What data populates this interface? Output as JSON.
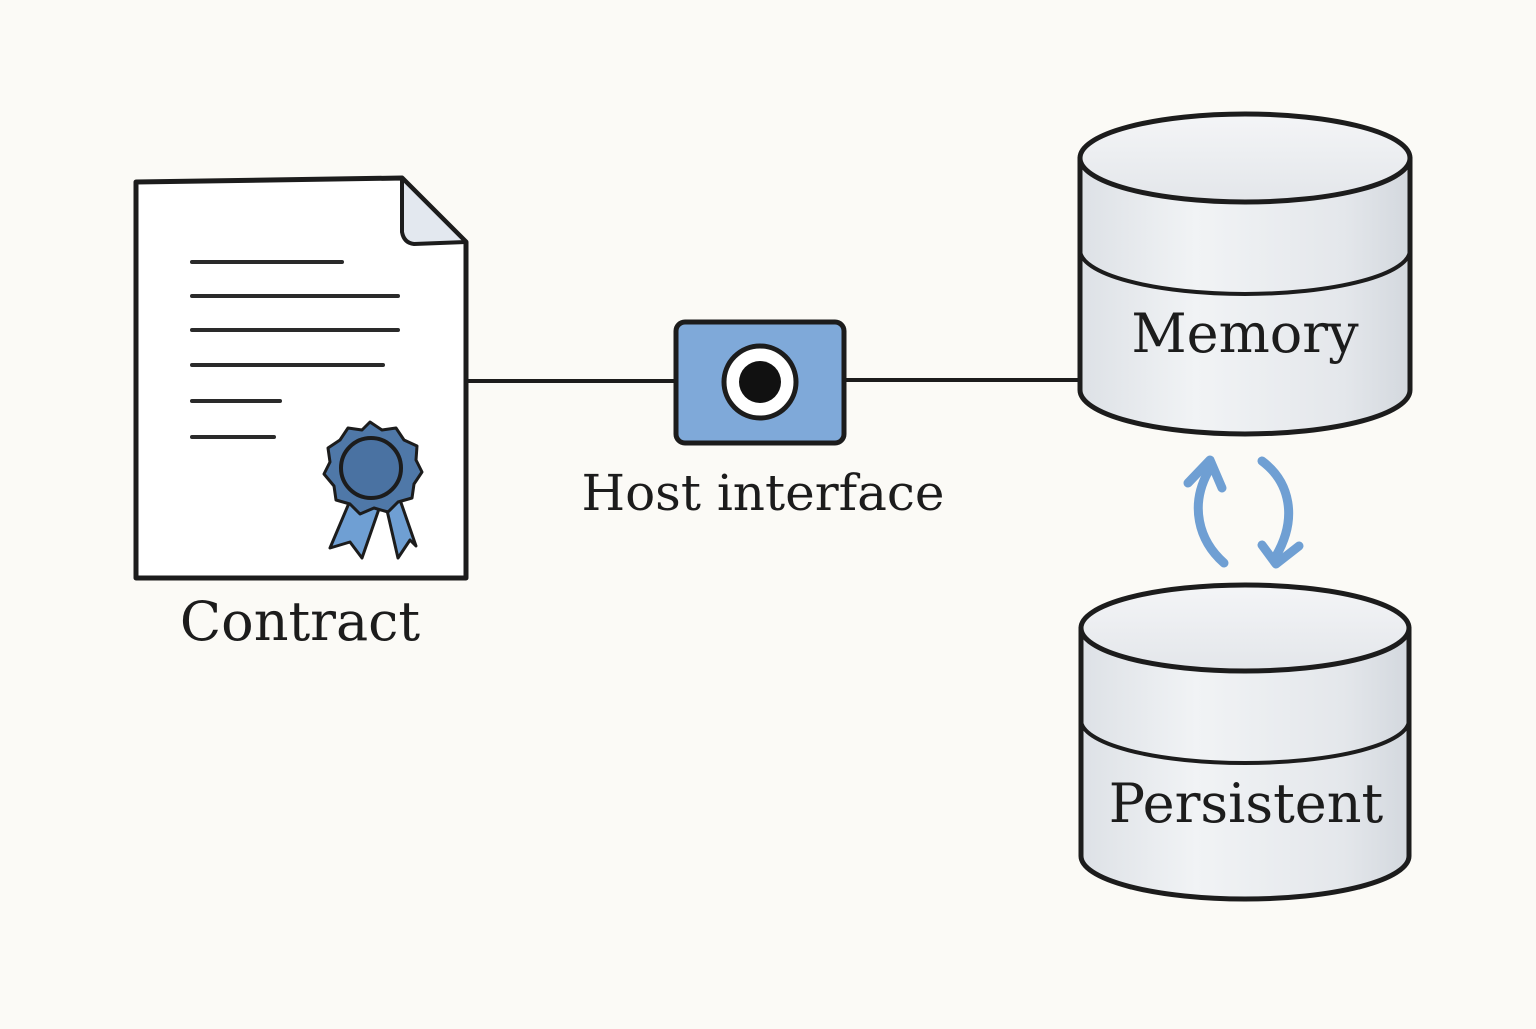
{
  "diagram": {
    "nodes": {
      "contract": {
        "label": "Contract",
        "icon": "document-with-seal-icon"
      },
      "host_interface": {
        "label": "Host interface",
        "icon": "camera-lens-icon"
      },
      "memory": {
        "label": "Memory",
        "icon": "cylinder-storage-icon"
      },
      "persistent": {
        "label": "Persistent",
        "icon": "cylinder-storage-icon"
      }
    },
    "edges": [
      {
        "from": "contract",
        "to": "host_interface",
        "style": "line"
      },
      {
        "from": "host_interface",
        "to": "memory",
        "style": "line"
      },
      {
        "from": "memory",
        "to": "persistent",
        "style": "bidirectional-sync-arrows",
        "icon": "sync-arrows-icon"
      }
    ],
    "colors": {
      "background": "#fbfaf6",
      "stroke": "#1c1c1c",
      "accent_blue": "#6f9fd3",
      "seal_blue": "#4f78a8",
      "cylinder_fill": "#e8ebef"
    }
  }
}
